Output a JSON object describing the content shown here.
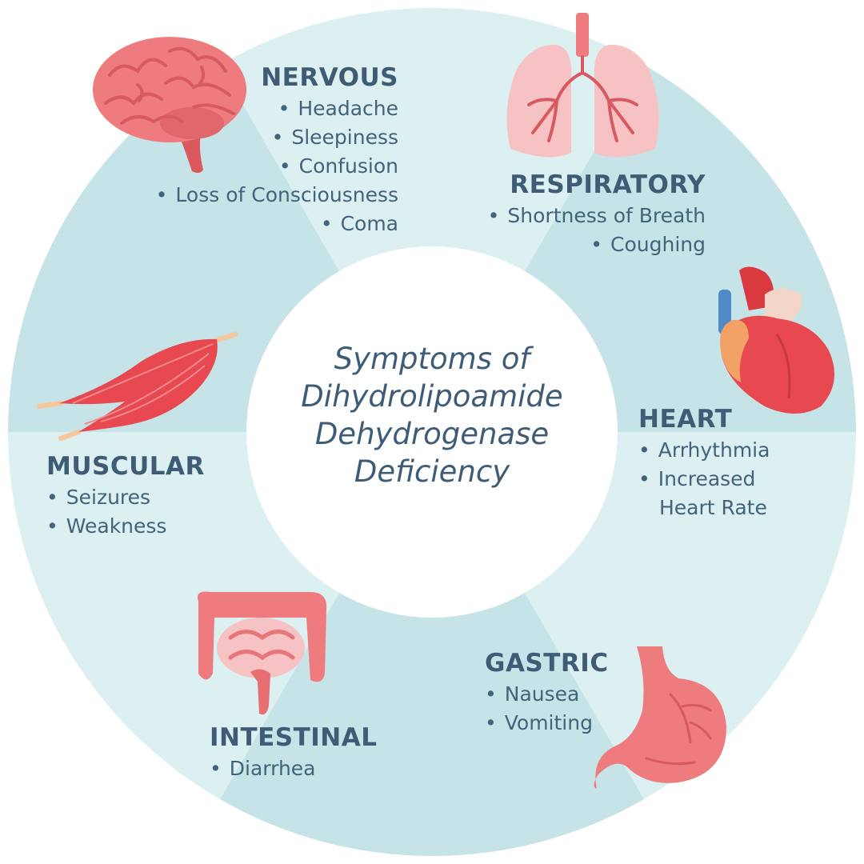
{
  "center_title": [
    "Symptoms of",
    "Dihydrolipoamide",
    "Dehydrogenase",
    "Deficiency"
  ],
  "colors": {
    "segment_light": "#dcf0f2",
    "segment_dark": "#c6e4e7",
    "center_fill": "#ffffff",
    "text": "#3e5c76",
    "organ_pink": "#ee7b7e",
    "organ_red": "#e8484f"
  },
  "sections": {
    "nervous": {
      "title": "NERVOUS",
      "items": [
        "Headache",
        "Sleepiness",
        "Confusion",
        "Loss of Consciousness",
        "Coma"
      ],
      "icon": "brain-icon"
    },
    "respiratory": {
      "title": "RESPIRATORY",
      "items": [
        "Shortness of Breath",
        "Coughing"
      ],
      "icon": "lungs-icon"
    },
    "heart": {
      "title": "HEART",
      "items": [
        "Arrhythmia",
        "Increased",
        "Heart Rate"
      ],
      "icon": "heart-icon"
    },
    "gastric": {
      "title": "GASTRIC",
      "items": [
        "Nausea",
        "Vomiting"
      ],
      "icon": "stomach-icon"
    },
    "intestinal": {
      "title": "INTESTINAL",
      "items": [
        "Diarrhea"
      ],
      "icon": "intestine-icon"
    },
    "muscular": {
      "title": "MUSCULAR",
      "items": [
        "Seizures",
        "Weakness"
      ],
      "icon": "muscle-icon"
    }
  }
}
